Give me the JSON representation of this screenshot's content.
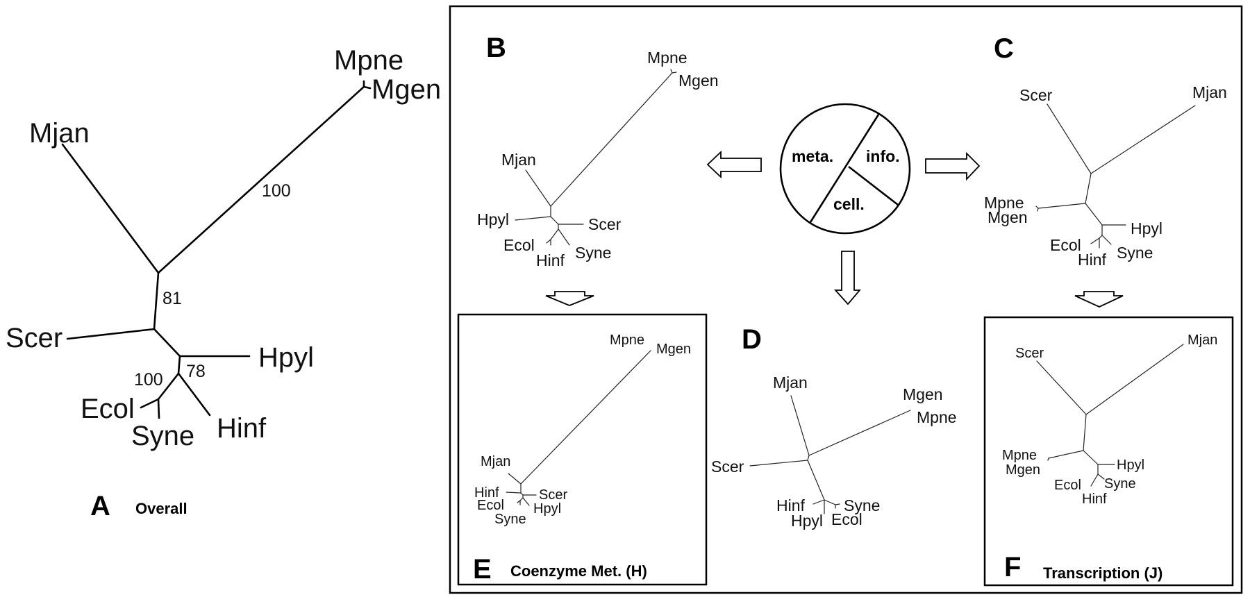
{
  "figure": {
    "panels": {
      "A": {
        "letter": "A",
        "caption": "Overall",
        "taxa": {
          "Mpne": "Mpne",
          "Mgen": "Mgen",
          "Mjan": "Mjan",
          "Scer": "Scer",
          "Hpyl": "Hpyl",
          "Ecol": "Ecol",
          "Syne": "Syne",
          "Hinf": "Hinf"
        },
        "bootstrap": {
          "mycoplasma_branch": "100",
          "archaea_node": "81",
          "proteobacteria_node": "78",
          "ecol_syne_node": "100"
        }
      },
      "B": {
        "letter": "B",
        "taxa": {
          "Mpne": "Mpne",
          "Mgen": "Mgen",
          "Mjan": "Mjan",
          "Hpyl": "Hpyl",
          "Scer": "Scer",
          "Ecol": "Ecol",
          "Hinf": "Hinf",
          "Syne": "Syne"
        }
      },
      "C": {
        "letter": "C",
        "taxa": {
          "Scer": "Scer",
          "Mjan": "Mjan",
          "Mpne": "Mpne",
          "Mgen": "Mgen",
          "Hpyl": "Hpyl",
          "Ecol": "Ecol",
          "Hinf": "Hinf",
          "Syne": "Syne"
        }
      },
      "D": {
        "letter": "D",
        "taxa": {
          "Mjan": "Mjan",
          "Mgen": "Mgen",
          "Mpne": "Mpne",
          "Scer": "Scer",
          "Hinf": "Hinf",
          "Syne": "Syne",
          "Hpyl": "Hpyl",
          "Ecol": "Ecol"
        }
      },
      "E": {
        "letter": "E",
        "caption": "Coenzyme Met. (H)",
        "taxa": {
          "Mpne": "Mpne",
          "Mgen": "Mgen",
          "Mjan": "Mjan",
          "Hinf": "Hinf",
          "Scer": "Scer",
          "Ecol": "Ecol",
          "Hpyl": "Hpyl",
          "Syne": "Syne"
        }
      },
      "F": {
        "letter": "F",
        "caption": "Transcription (J)",
        "taxa": {
          "Scer": "Scer",
          "Mjan": "Mjan",
          "Mpne": "Mpne",
          "Mgen": "Mgen",
          "Hpyl": "Hpyl",
          "Ecol": "Ecol",
          "Syne": "Syne",
          "Hinf": "Hinf"
        }
      }
    },
    "category_pie": {
      "segments": [
        {
          "id": "metabolism",
          "label": "meta.",
          "leads_to": "B"
        },
        {
          "id": "information",
          "label": "info.",
          "leads_to": "C"
        },
        {
          "id": "cellular",
          "label": "cell.",
          "leads_to": "D"
        }
      ]
    },
    "flow": [
      {
        "from": "pie",
        "to": "B",
        "direction": "left"
      },
      {
        "from": "pie",
        "to": "C",
        "direction": "right"
      },
      {
        "from": "pie",
        "to": "D",
        "direction": "down"
      },
      {
        "from": "B",
        "to": "E",
        "direction": "down"
      },
      {
        "from": "C",
        "to": "F",
        "direction": "down"
      }
    ]
  }
}
